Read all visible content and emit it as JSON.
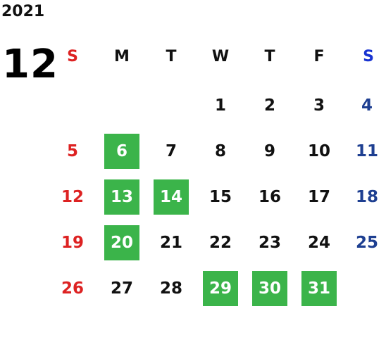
{
  "calendar": {
    "year": "2021",
    "month": "12",
    "weekdays": [
      "S",
      "M",
      "T",
      "W",
      "T",
      "F",
      "S"
    ],
    "colors": {
      "sunday": "#dd2222",
      "saturday": "#1e3f91",
      "highlight": "#3bb44a"
    },
    "weeks": [
      [
        "",
        "",
        "",
        "1",
        "2",
        "3",
        "4"
      ],
      [
        "5",
        "6",
        "7",
        "8",
        "9",
        "10",
        "11"
      ],
      [
        "12",
        "13",
        "14",
        "15",
        "16",
        "17",
        "18"
      ],
      [
        "19",
        "20",
        "21",
        "22",
        "23",
        "24",
        "25"
      ],
      [
        "26",
        "27",
        "28",
        "29",
        "30",
        "31",
        ""
      ]
    ],
    "highlighted_days": [
      "6",
      "13",
      "14",
      "20",
      "29",
      "30",
      "31"
    ]
  }
}
